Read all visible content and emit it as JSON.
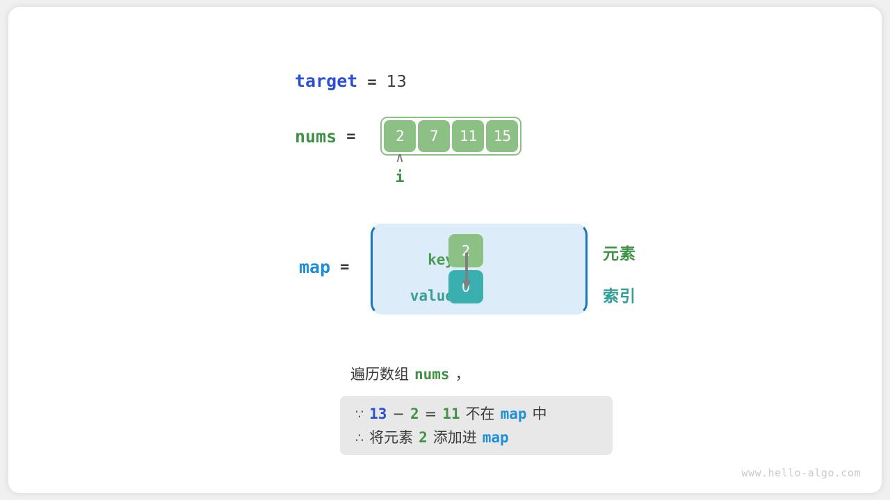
{
  "variables": {
    "target": {
      "name": "target",
      "equals": "=",
      "value": "13"
    },
    "nums": {
      "name": "nums",
      "equals": "="
    },
    "map": {
      "name": "map",
      "equals": "="
    }
  },
  "array": {
    "values": [
      "2",
      "7",
      "11",
      "15"
    ],
    "pointer": {
      "caret": "∧",
      "label": "i",
      "index": 0
    }
  },
  "map_table": {
    "key_label": "key",
    "value_label": "value",
    "key_cell": "2",
    "value_cell": "0",
    "side_labels": {
      "element": "元素",
      "index": "索引"
    }
  },
  "caption": {
    "prefix": "遍历数组",
    "code": "nums",
    "suffix": "，"
  },
  "note": {
    "line1": {
      "because": "∵",
      "target": "13",
      "minus": "−",
      "num": "2",
      "equals": "=",
      "result": "11",
      "text_mid": "不在",
      "map": "map",
      "text_end": "中"
    },
    "line2": {
      "therefore": "∴",
      "text_start": "将元素",
      "num": "2",
      "text_mid": "添加进",
      "map": "map"
    }
  },
  "watermark": "www.hello-algo.com",
  "colors": {
    "target_blue": "#2c4fd6",
    "map_blue": "#1f8fd8",
    "nums_green": "#3f9246",
    "cell_green": "#8cc084",
    "cell_teal": "#3aafb0",
    "map_bg": "#dcecf8",
    "map_border": "#1776bd",
    "note_bg": "#e8e8e8"
  }
}
